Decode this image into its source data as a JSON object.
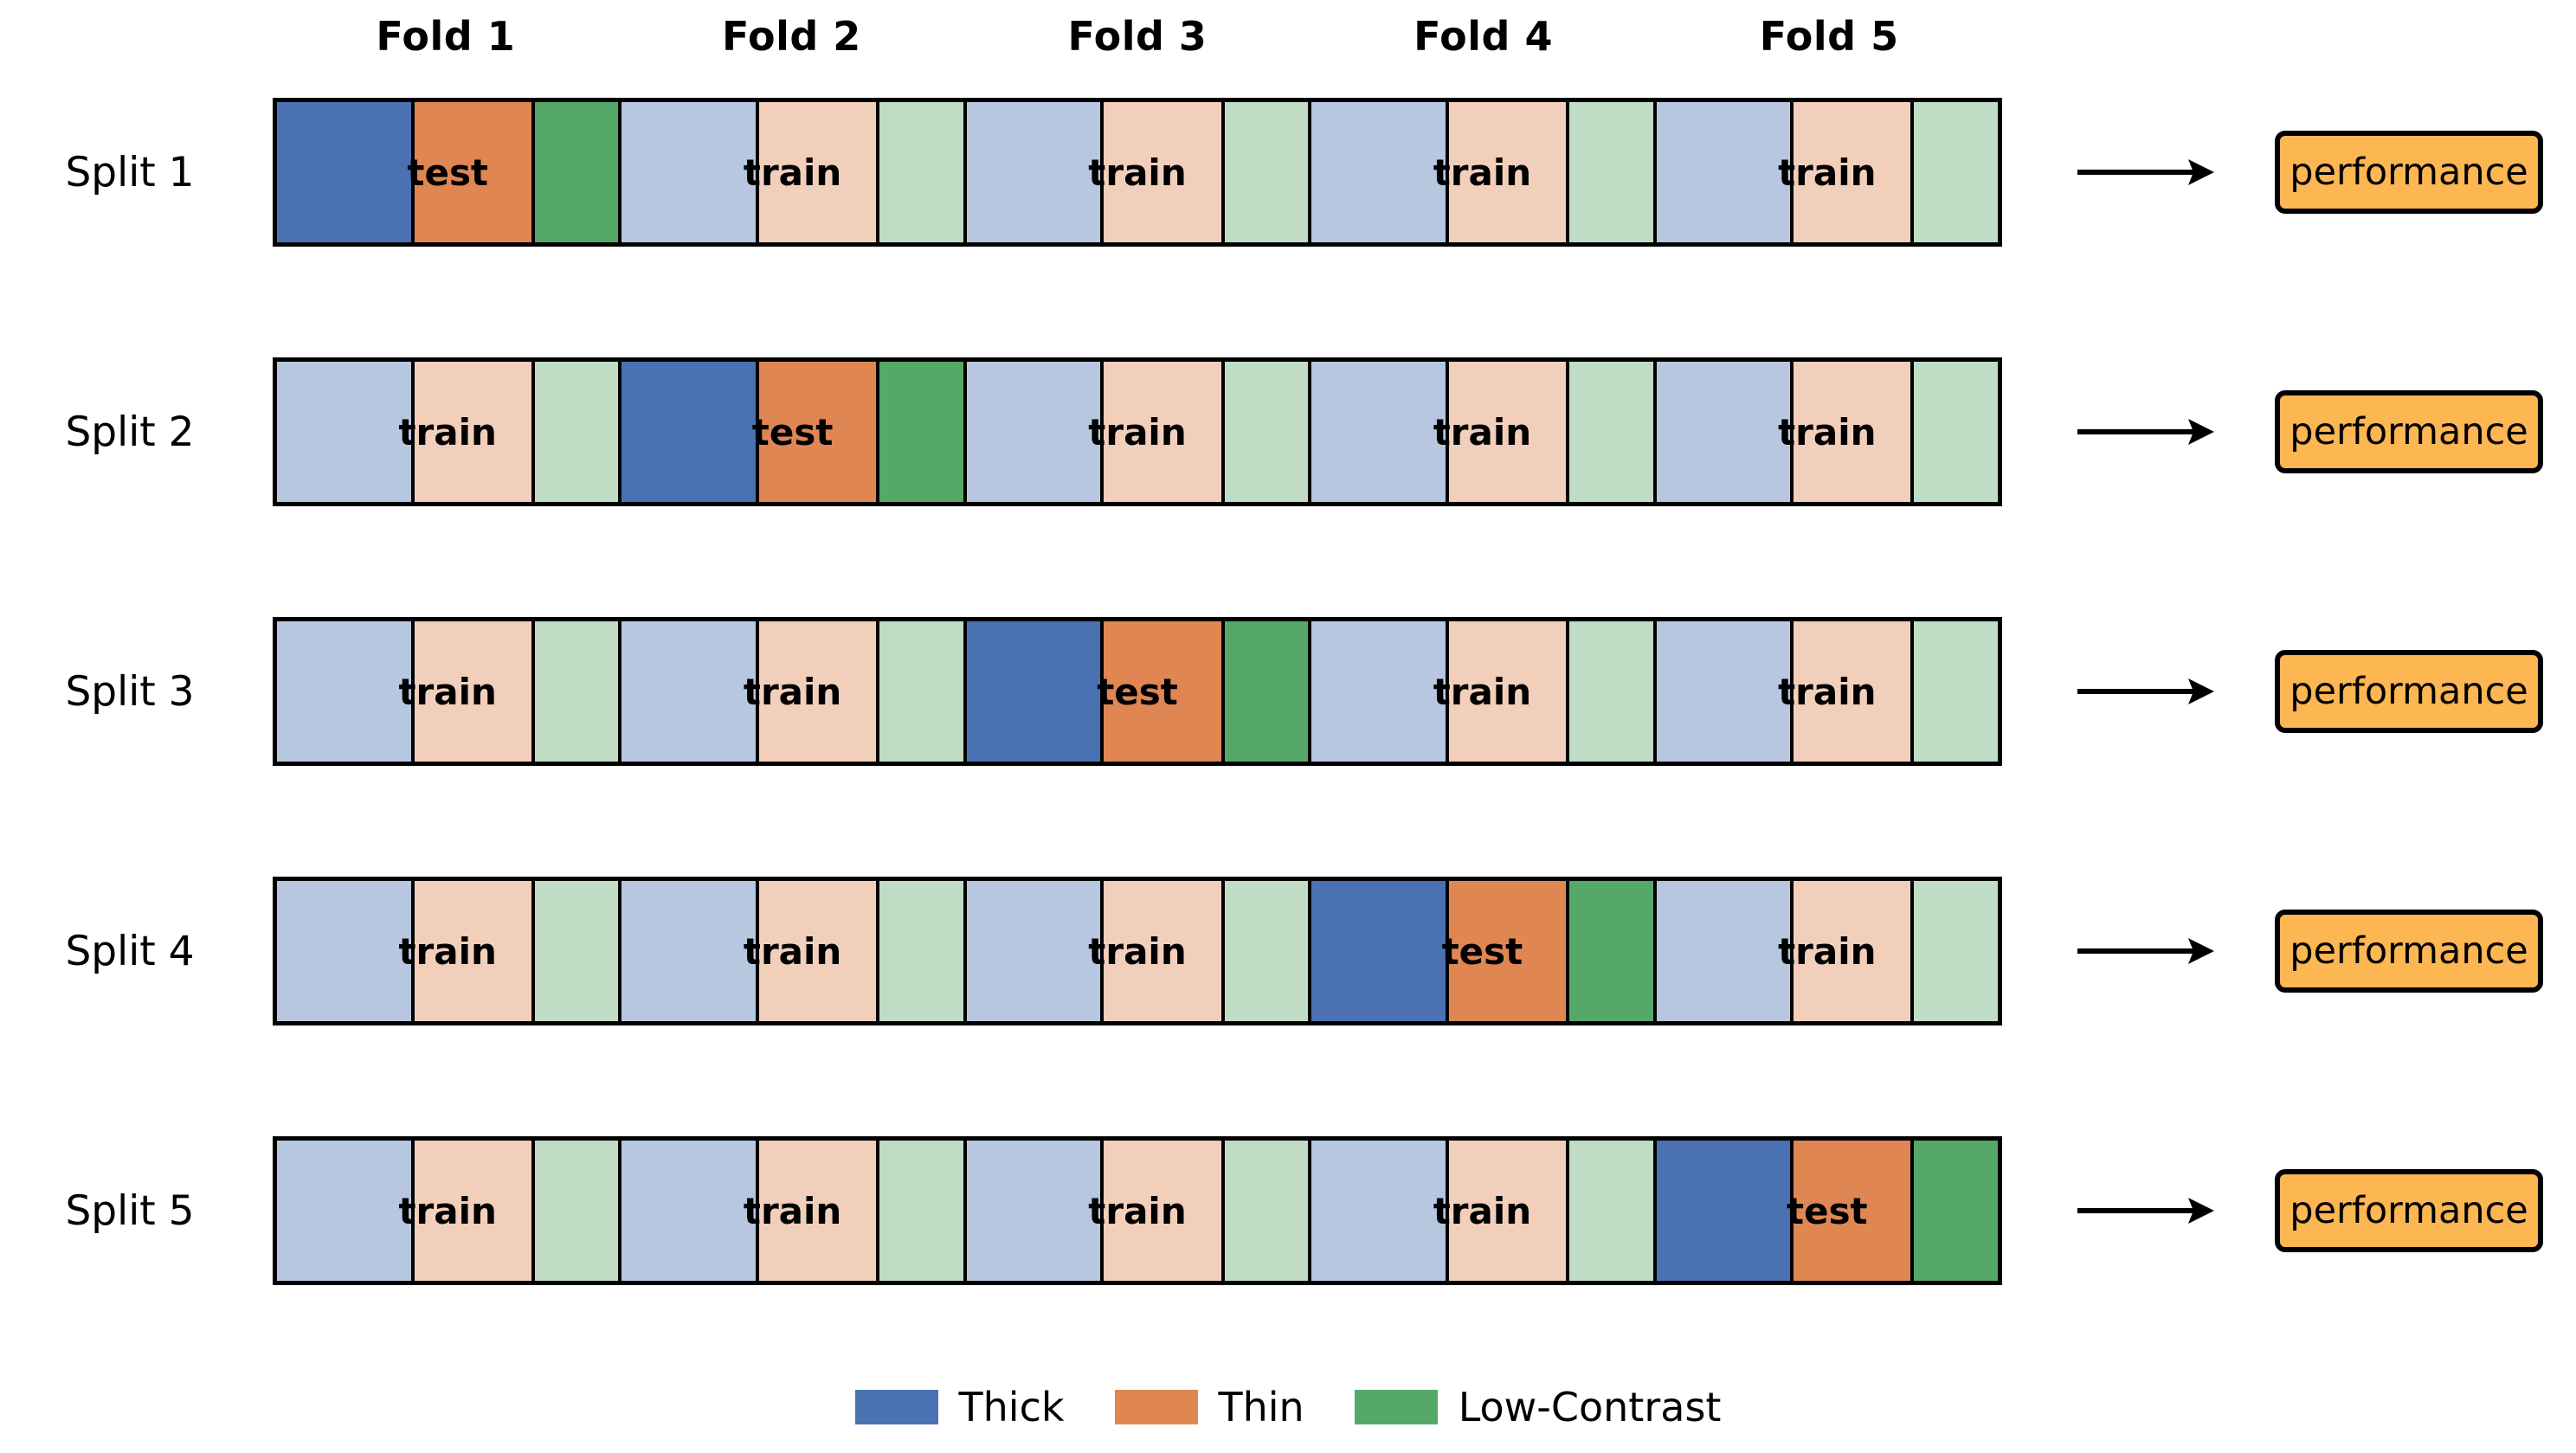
{
  "figure": {
    "type": "cross-validation-schematic",
    "n_splits": 5,
    "n_folds": 5,
    "strata_per_fold": 3
  },
  "colors": {
    "thick_dark": "#4a72b2",
    "thin_dark": "#df8653",
    "lowcontrast_dark": "#55a868",
    "thick_light": "#b7c7e0",
    "thin_light": "#f2cfbb",
    "lowcontrast_light": "#c0dcc5",
    "performance_fill": "#fcb652",
    "outline": "#000000",
    "background": "#ffffff"
  },
  "fold_headers": [
    {
      "label": "Fold 1"
    },
    {
      "label": "Fold 2"
    },
    {
      "label": "Fold 3"
    },
    {
      "label": "Fold 4"
    },
    {
      "label": "Fold 5"
    }
  ],
  "splits": [
    {
      "label": "Split 1",
      "test_fold": 1,
      "folds": [
        {
          "role": "test",
          "caption": "test",
          "blocks": [
            "thick_dark",
            "thin_dark",
            "lowcontrast_dark"
          ]
        },
        {
          "role": "train",
          "caption": "train",
          "blocks": [
            "thick_light",
            "thin_light",
            "lowcontrast_light"
          ]
        },
        {
          "role": "train",
          "caption": "train",
          "blocks": [
            "thick_light",
            "thin_light",
            "lowcontrast_light"
          ]
        },
        {
          "role": "train",
          "caption": "train",
          "blocks": [
            "thick_light",
            "thin_light",
            "lowcontrast_light"
          ]
        },
        {
          "role": "train",
          "caption": "train",
          "blocks": [
            "thick_light",
            "thin_light",
            "lowcontrast_light"
          ]
        }
      ],
      "output": "performance"
    },
    {
      "label": "Split 2",
      "test_fold": 2,
      "folds": [
        {
          "role": "train",
          "caption": "train",
          "blocks": [
            "thick_light",
            "thin_light",
            "lowcontrast_light"
          ]
        },
        {
          "role": "test",
          "caption": "test",
          "blocks": [
            "thick_dark",
            "thin_dark",
            "lowcontrast_dark"
          ]
        },
        {
          "role": "train",
          "caption": "train",
          "blocks": [
            "thick_light",
            "thin_light",
            "lowcontrast_light"
          ]
        },
        {
          "role": "train",
          "caption": "train",
          "blocks": [
            "thick_light",
            "thin_light",
            "lowcontrast_light"
          ]
        },
        {
          "role": "train",
          "caption": "train",
          "blocks": [
            "thick_light",
            "thin_light",
            "lowcontrast_light"
          ]
        }
      ],
      "output": "performance"
    },
    {
      "label": "Split 3",
      "test_fold": 3,
      "folds": [
        {
          "role": "train",
          "caption": "train",
          "blocks": [
            "thick_light",
            "thin_light",
            "lowcontrast_light"
          ]
        },
        {
          "role": "train",
          "caption": "train",
          "blocks": [
            "thick_light",
            "thin_light",
            "lowcontrast_light"
          ]
        },
        {
          "role": "test",
          "caption": "test",
          "blocks": [
            "thick_dark",
            "thin_dark",
            "lowcontrast_dark"
          ]
        },
        {
          "role": "train",
          "caption": "train",
          "blocks": [
            "thick_light",
            "thin_light",
            "lowcontrast_light"
          ]
        },
        {
          "role": "train",
          "caption": "train",
          "blocks": [
            "thick_light",
            "thin_light",
            "lowcontrast_light"
          ]
        }
      ],
      "output": "performance"
    },
    {
      "label": "Split 4",
      "test_fold": 4,
      "folds": [
        {
          "role": "train",
          "caption": "train",
          "blocks": [
            "thick_light",
            "thin_light",
            "lowcontrast_light"
          ]
        },
        {
          "role": "train",
          "caption": "train",
          "blocks": [
            "thick_light",
            "thin_light",
            "lowcontrast_light"
          ]
        },
        {
          "role": "train",
          "caption": "train",
          "blocks": [
            "thick_light",
            "thin_light",
            "lowcontrast_light"
          ]
        },
        {
          "role": "test",
          "caption": "test",
          "blocks": [
            "thick_dark",
            "thin_dark",
            "lowcontrast_dark"
          ]
        },
        {
          "role": "train",
          "caption": "train",
          "blocks": [
            "thick_light",
            "thin_light",
            "lowcontrast_light"
          ]
        }
      ],
      "output": "performance"
    },
    {
      "label": "Split 5",
      "test_fold": 5,
      "folds": [
        {
          "role": "train",
          "caption": "train",
          "blocks": [
            "thick_light",
            "thin_light",
            "lowcontrast_light"
          ]
        },
        {
          "role": "train",
          "caption": "train",
          "blocks": [
            "thick_light",
            "thin_light",
            "lowcontrast_light"
          ]
        },
        {
          "role": "train",
          "caption": "train",
          "blocks": [
            "thick_light",
            "thin_light",
            "lowcontrast_light"
          ]
        },
        {
          "role": "train",
          "caption": "train",
          "blocks": [
            "thick_light",
            "thin_light",
            "lowcontrast_light"
          ]
        },
        {
          "role": "test",
          "caption": "test",
          "blocks": [
            "thick_dark",
            "thin_dark",
            "lowcontrast_dark"
          ]
        }
      ],
      "output": "performance"
    }
  ],
  "legend": {
    "items": [
      {
        "label": "Thick",
        "color": "#4a72b2"
      },
      {
        "label": "Thin",
        "color": "#df8653"
      },
      {
        "label": "Low-Contrast",
        "color": "#55a868"
      }
    ]
  }
}
